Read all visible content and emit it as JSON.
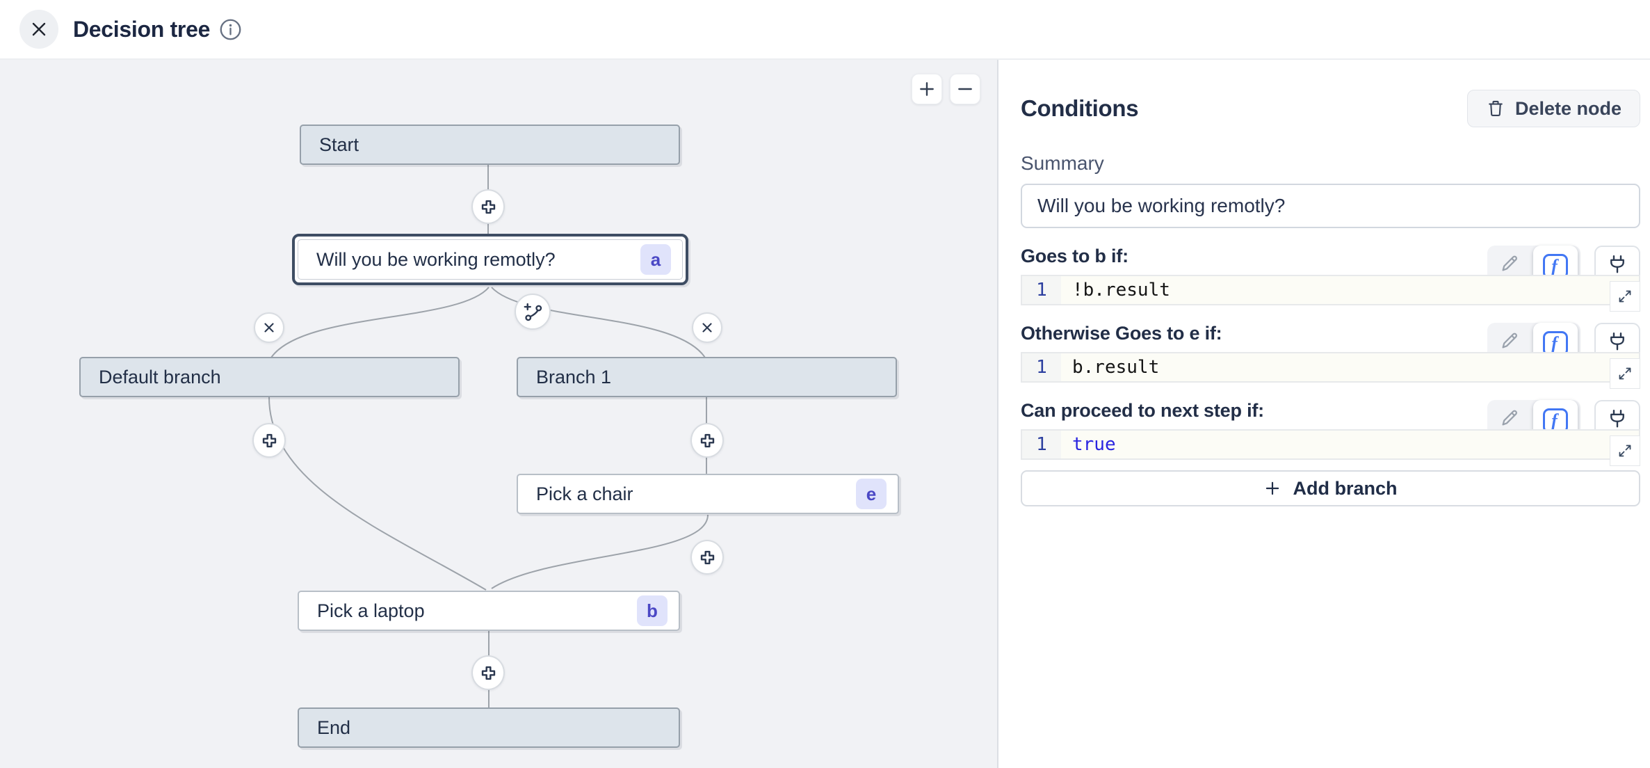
{
  "header": {
    "title": "Decision tree"
  },
  "canvas": {
    "nodes": [
      {
        "label": "Start"
      },
      {
        "label": "Will you be working remotly?",
        "badge": "a"
      },
      {
        "label": "Default branch"
      },
      {
        "label": "Branch 1"
      },
      {
        "label": "Pick a chair",
        "badge": "e"
      },
      {
        "label": "Pick a laptop",
        "badge": "b"
      },
      {
        "label": "End"
      }
    ]
  },
  "panel": {
    "title": "Conditions",
    "delete_button_label": "Delete node",
    "summary_label": "Summary",
    "summary_value": "Will you be working remotly?",
    "conditions": [
      {
        "label": "Goes to b if:",
        "line_number": "1",
        "code": "!b.result",
        "code_class": "code-plain"
      },
      {
        "label": "Otherwise Goes to e if:",
        "line_number": "1",
        "code": "b.result",
        "code_class": "code-plain"
      },
      {
        "label": "Can proceed to next step if:",
        "line_number": "1",
        "code": "true",
        "code_class": "code-keyword"
      }
    ],
    "add_branch_label": "Add branch"
  },
  "colors": {
    "accent_blue": "#4277f4",
    "keyword_blue": "#2a25e0",
    "badge_bg": "#e0e3fb",
    "badge_text": "#4b48c5",
    "selected_node_border": "#3e4d63",
    "slate_node_fill": "#dde4eb",
    "canvas_bg": "#f1f2f5",
    "edge_line": "#9da3aa"
  }
}
